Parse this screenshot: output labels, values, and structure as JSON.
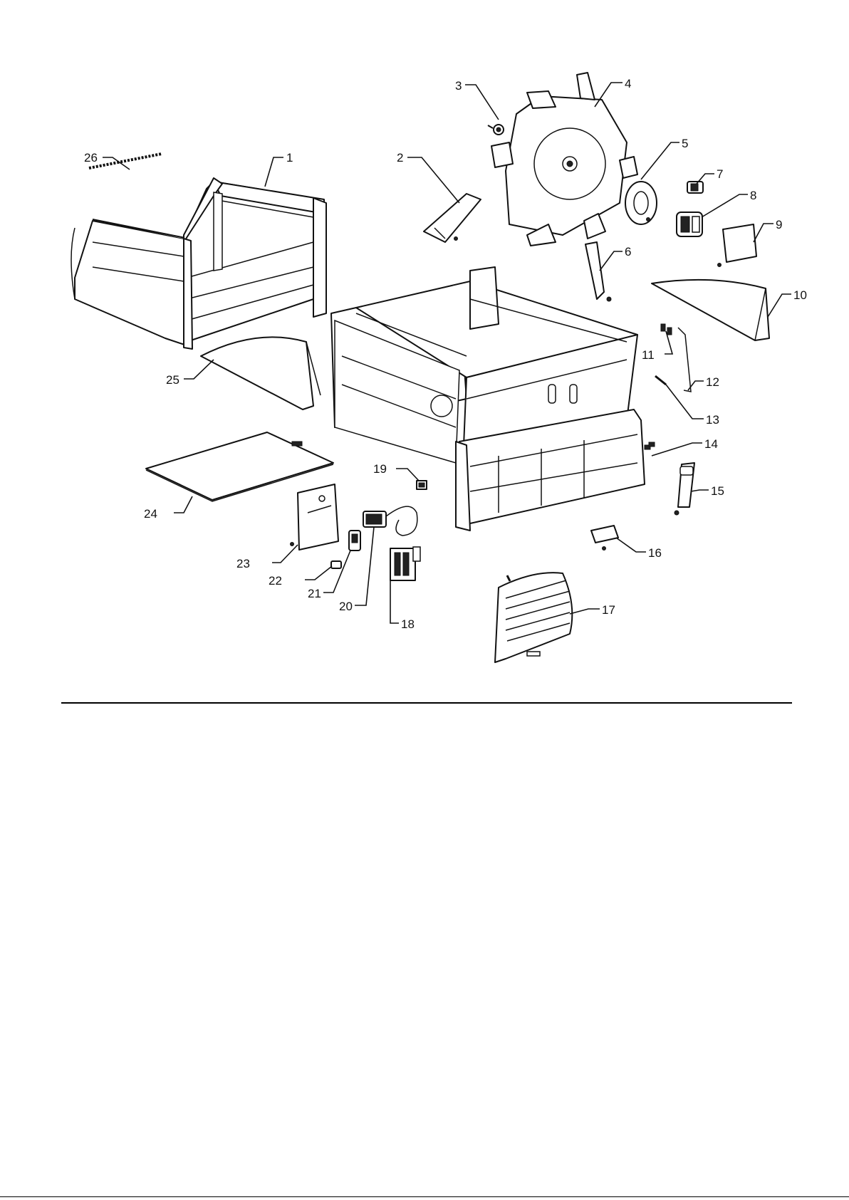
{
  "callouts": [
    {
      "id": "1",
      "text": "1"
    },
    {
      "id": "2",
      "text": "2"
    },
    {
      "id": "3",
      "text": "3"
    },
    {
      "id": "4",
      "text": "4"
    },
    {
      "id": "5",
      "text": "5"
    },
    {
      "id": "6",
      "text": "6"
    },
    {
      "id": "7",
      "text": "7"
    },
    {
      "id": "8",
      "text": "8"
    },
    {
      "id": "9",
      "text": "9"
    },
    {
      "id": "10",
      "text": "10"
    },
    {
      "id": "11",
      "text": "11"
    },
    {
      "id": "12",
      "text": "12"
    },
    {
      "id": "13",
      "text": "13"
    },
    {
      "id": "14",
      "text": "14"
    },
    {
      "id": "15",
      "text": "15"
    },
    {
      "id": "16",
      "text": "16"
    },
    {
      "id": "17",
      "text": "17"
    },
    {
      "id": "18",
      "text": "18"
    },
    {
      "id": "19",
      "text": "19"
    },
    {
      "id": "20",
      "text": "20"
    },
    {
      "id": "21",
      "text": "21"
    },
    {
      "id": "22",
      "text": "22"
    },
    {
      "id": "23",
      "text": "23"
    },
    {
      "id": "24",
      "text": "24"
    },
    {
      "id": "25",
      "text": "25"
    },
    {
      "id": "26",
      "text": "26"
    }
  ],
  "colors": {
    "line": "#111111",
    "background": "#ffffff"
  }
}
